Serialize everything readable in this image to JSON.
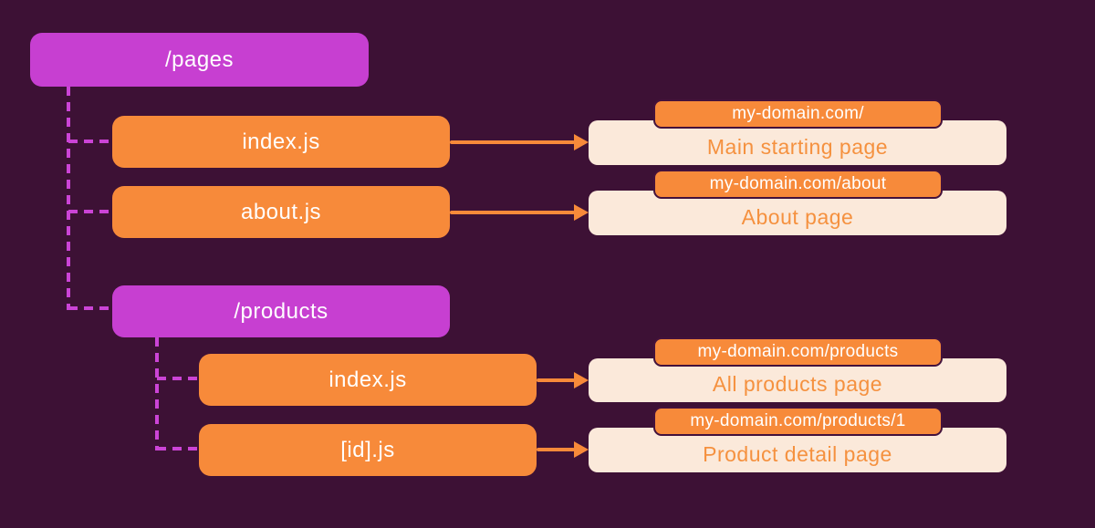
{
  "diagram": {
    "title_hint": "Next.js pages folder file-based routing diagram",
    "root_folder": {
      "label": "/pages"
    },
    "rows": [
      {
        "type": "file",
        "label": "index.js",
        "url": "my-domain.com/",
        "description": "Main starting page"
      },
      {
        "type": "file",
        "label": "about.js",
        "url": "my-domain.com/about",
        "description": "About page"
      },
      {
        "type": "folder",
        "label": "/products"
      },
      {
        "type": "file",
        "label": "index.js",
        "url": "my-domain.com/products",
        "description": "All products page"
      },
      {
        "type": "file",
        "label": "[id].js",
        "url": "my-domain.com/products/1",
        "description": "Product detail page"
      }
    ]
  },
  "colors": {
    "background": "#3d1135",
    "folder_box": "#c73fd1",
    "file_box": "#f78a3a",
    "result_card_bg": "#fbe9da",
    "result_text": "#f5913f",
    "url_badge_bg": "#f78a3a",
    "url_badge_border": "#43123c",
    "connector_dash": "#cb44d6",
    "arrow": "#f78a3a",
    "box_text": "#ffffff"
  }
}
